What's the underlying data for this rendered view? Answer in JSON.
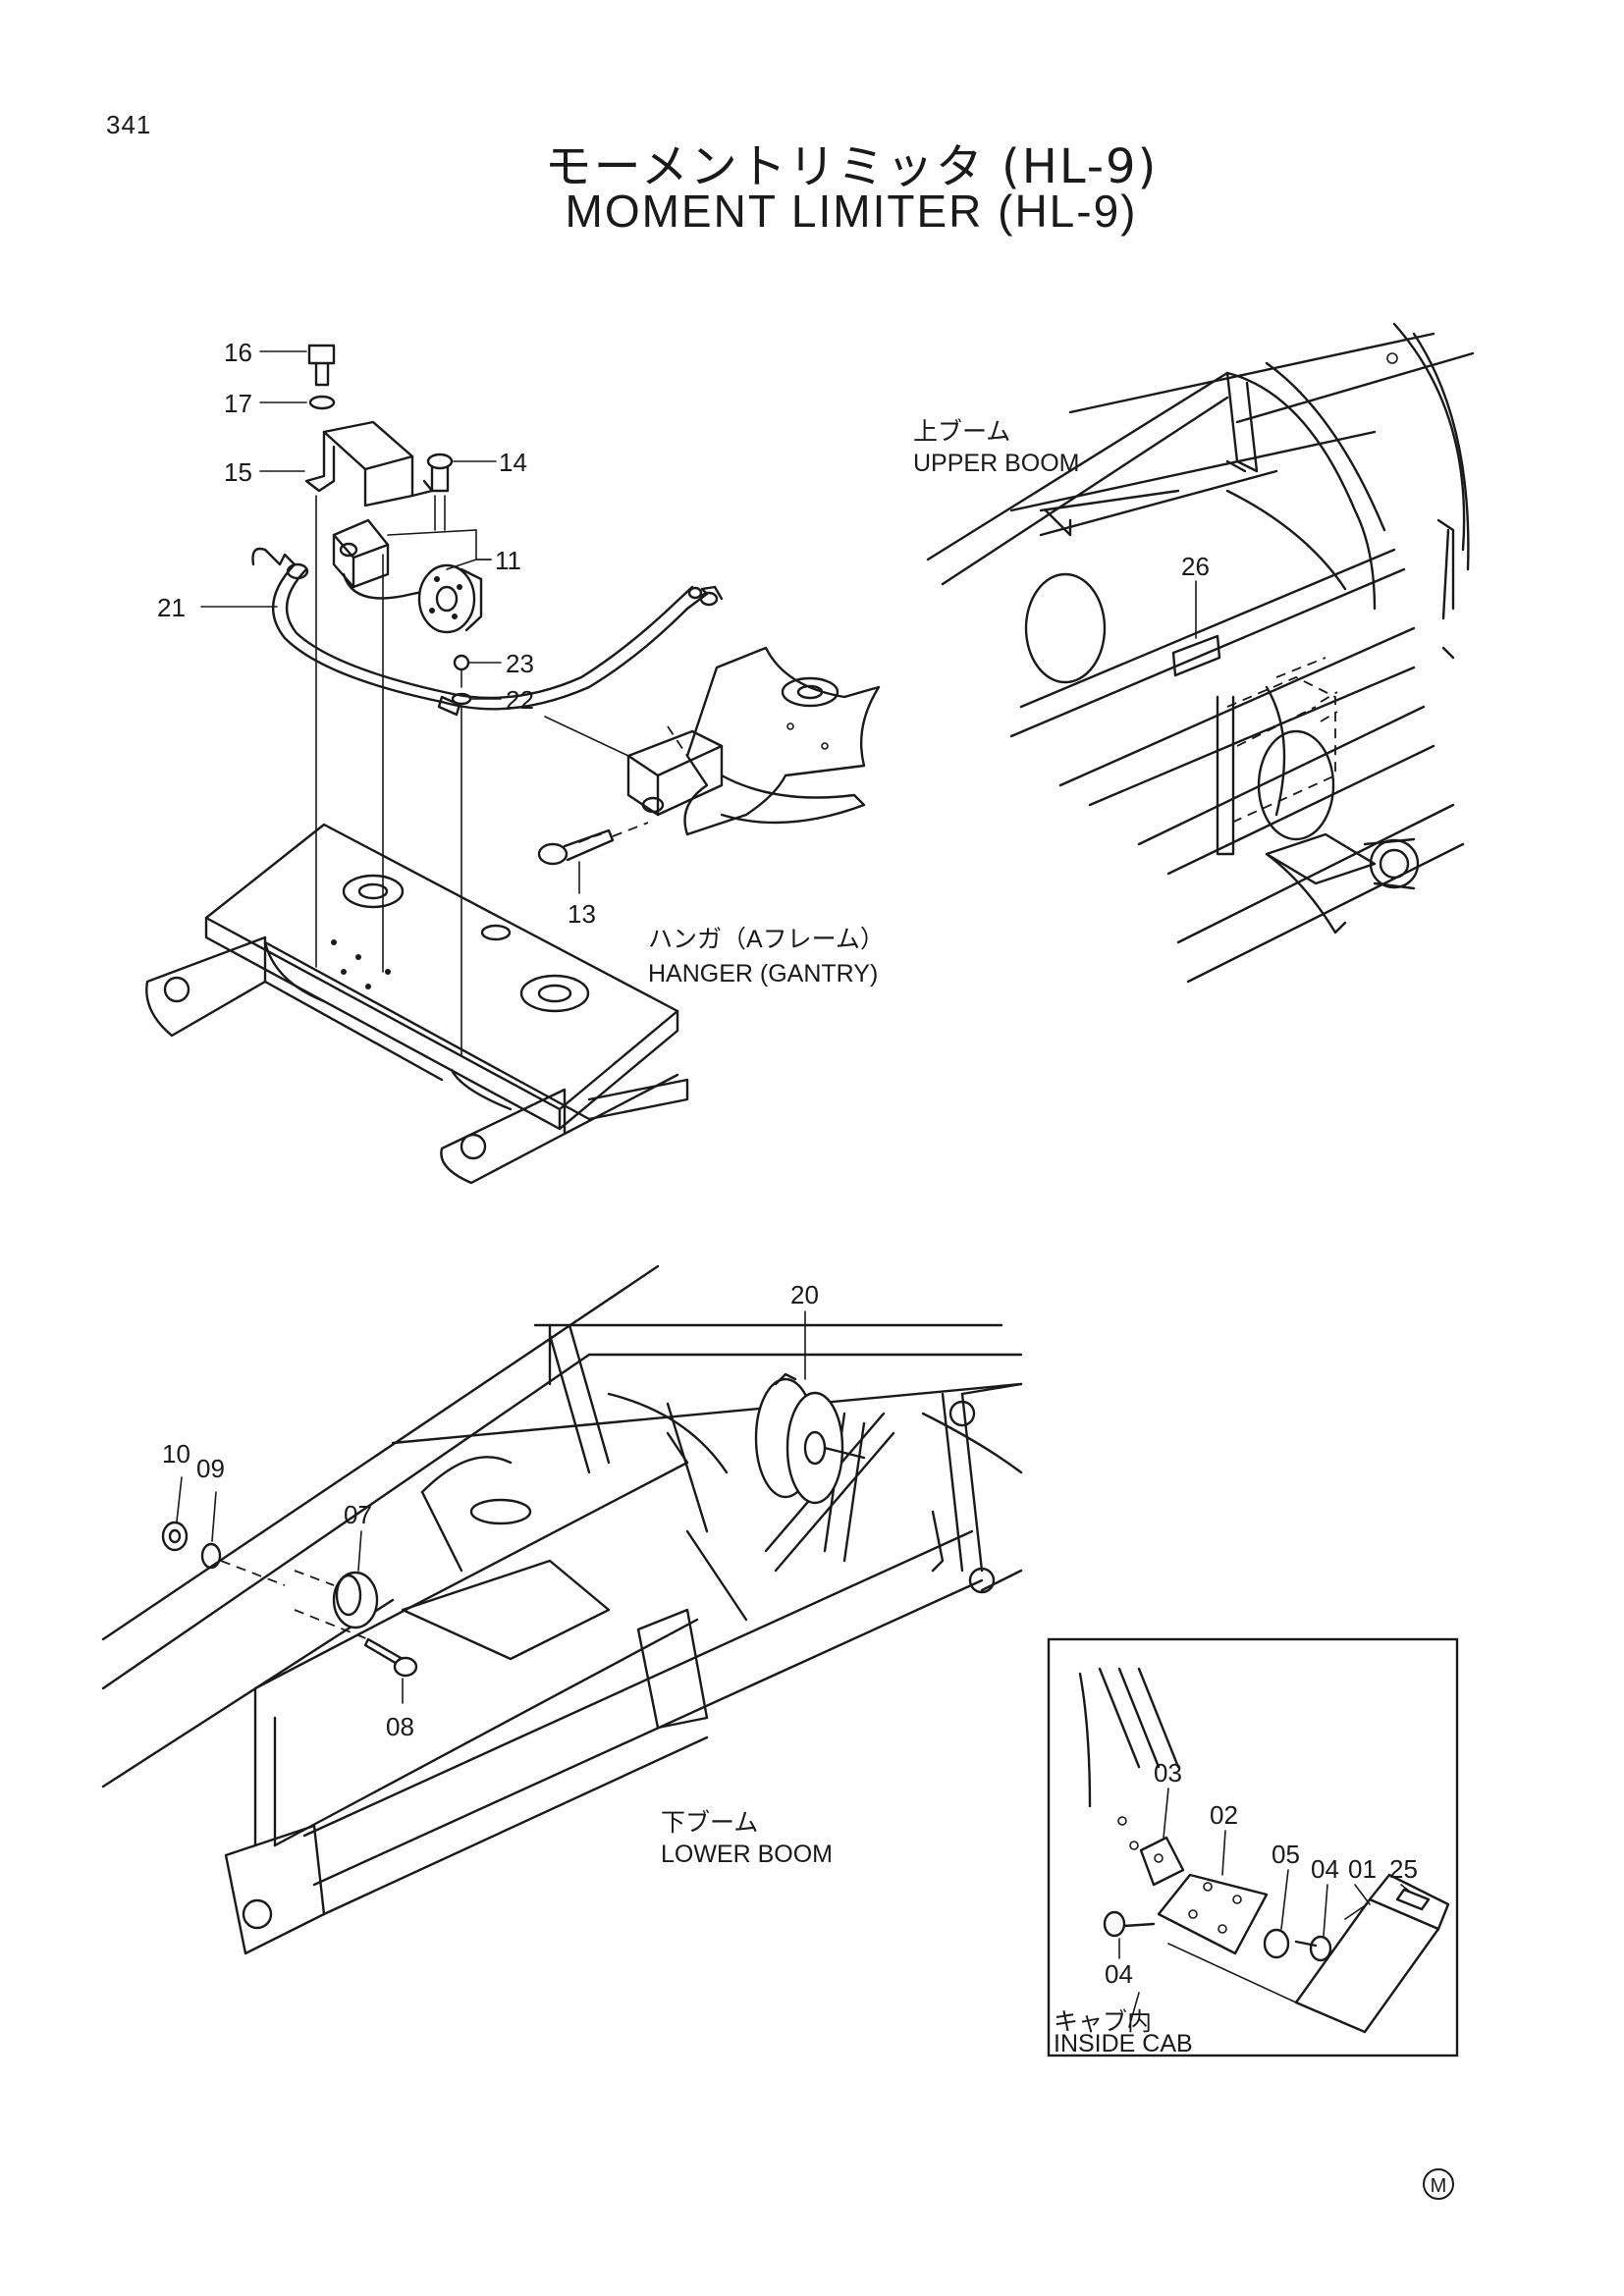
{
  "page_number": "341",
  "title_jp": "モーメントリミッタ (HL-9)",
  "title_en": "MOMENT LIMITER (HL-9)",
  "areas": {
    "upper_boom": {
      "jp": "上ブーム",
      "en": "UPPER BOOM"
    },
    "hanger": {
      "jp": "ハンガ（Aフレーム）",
      "en": "HANGER (GANTRY)"
    },
    "lower_boom": {
      "jp": "下ブーム",
      "en": "LOWER BOOM"
    },
    "inside_cab": {
      "jp": "キャブ内",
      "en": "INSIDE CAB"
    }
  },
  "callouts": {
    "p16": "16",
    "p17": "17",
    "p15": "15",
    "p14": "14",
    "p11": "11",
    "p21": "21",
    "p23": "23",
    "p22": "22",
    "p13": "13",
    "p26": "26",
    "p20": "20",
    "p10": "10",
    "p09": "09",
    "p07": "07",
    "p08": "08",
    "p03": "03",
    "p02": "02",
    "p05": "05",
    "p04a": "04",
    "p01": "01",
    "p25": "25",
    "p04b": "04"
  },
  "mark": "M"
}
